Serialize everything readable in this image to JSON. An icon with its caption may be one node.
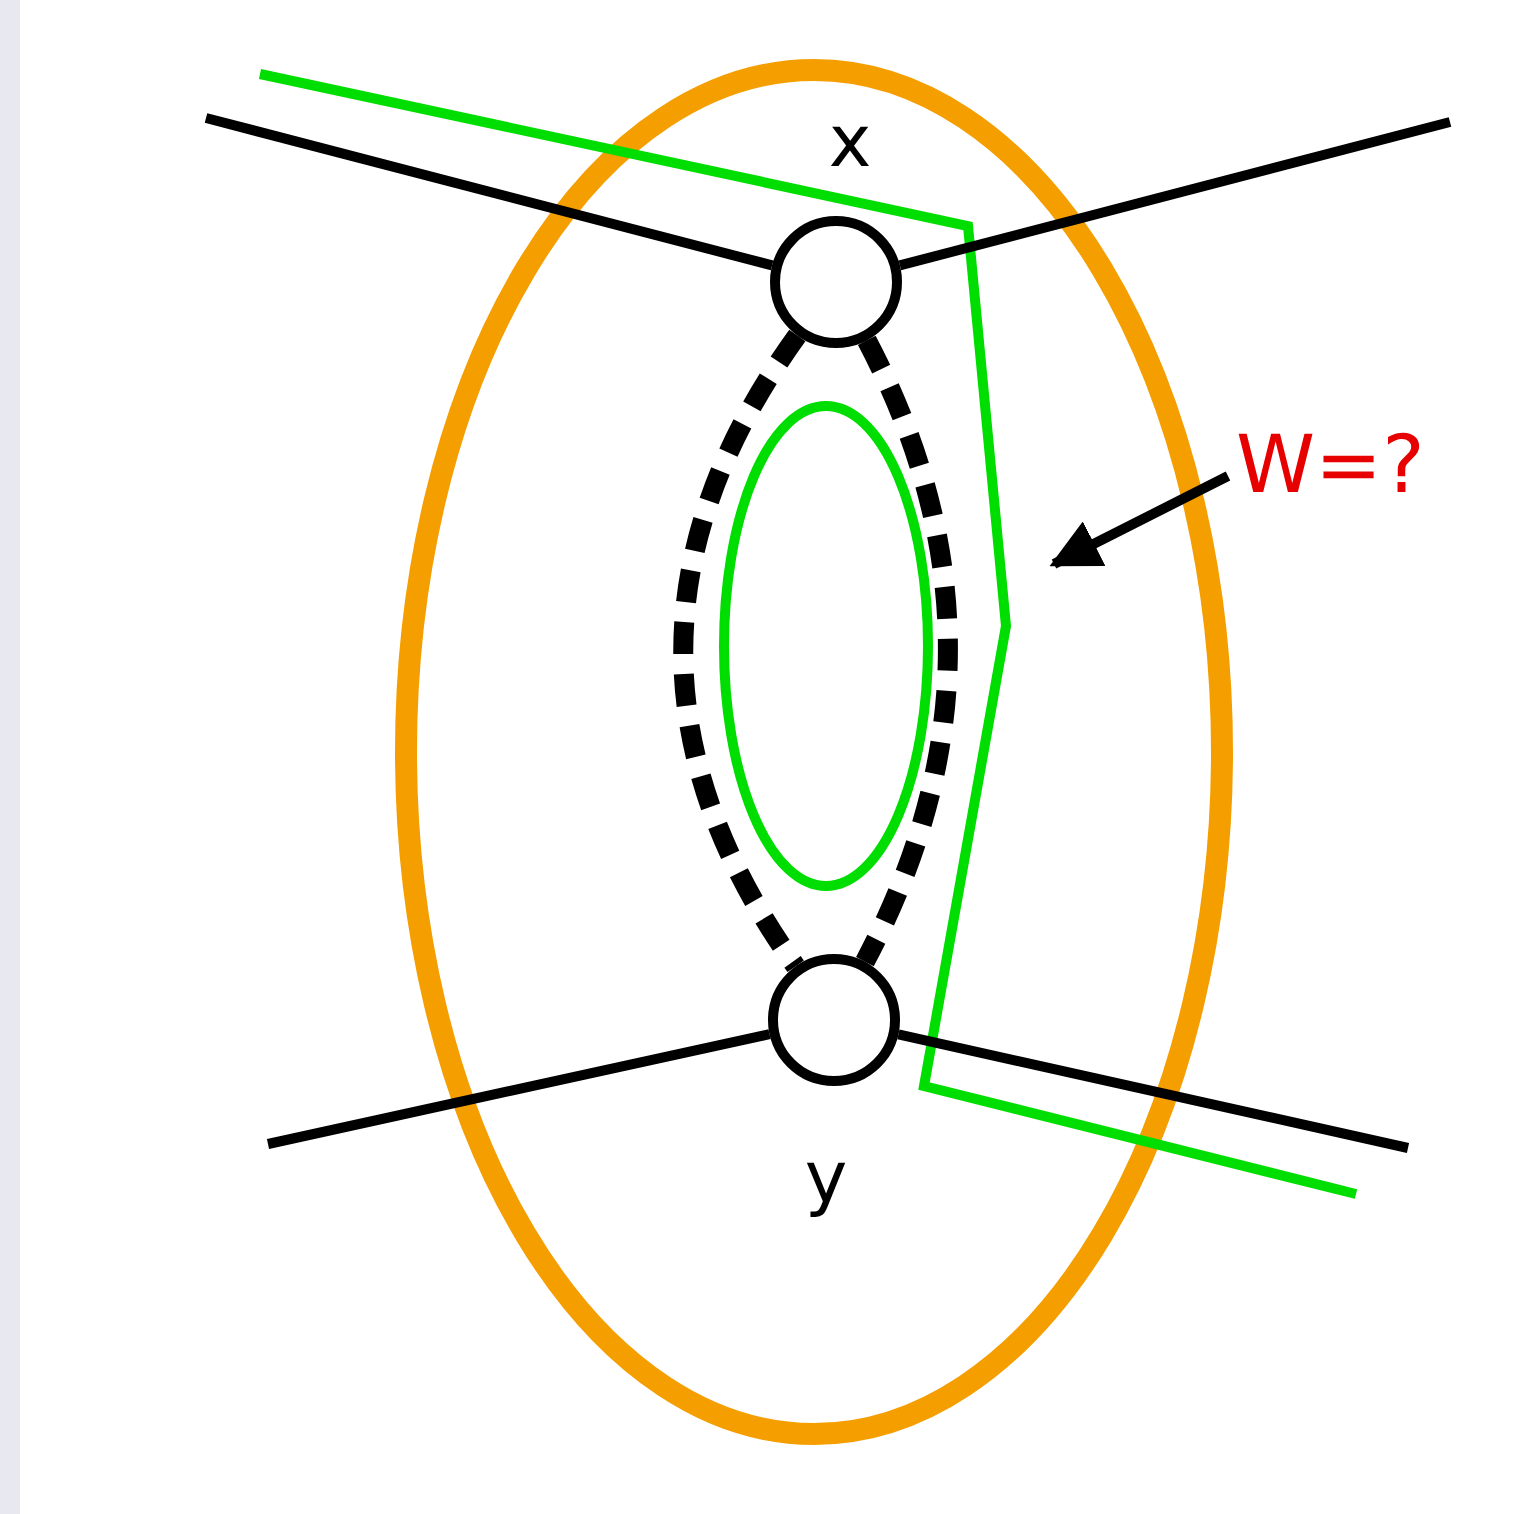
{
  "diagram": {
    "nodes": [
      {
        "text": [],
        "shape": "circle",
        "beside": [
          "x"
        ]
      },
      {
        "text": [],
        "shape": "circle",
        "beside": [
          "y"
        ]
      },
      {
        "text": [
          "W=?"
        ]
      }
    ],
    "edges": [
      {
        "from": 0,
        "to": 1,
        "arrow": "none",
        "style": "dashed"
      },
      {
        "from": 0,
        "to": 1,
        "arrow": "none",
        "style": "dashed"
      },
      {
        "from": 0,
        "to": null,
        "arrow": "none"
      },
      {
        "from": 0,
        "to": null,
        "arrow": "none"
      },
      {
        "from": 1,
        "to": null,
        "arrow": "none"
      },
      {
        "from": 1,
        "to": null,
        "arrow": "none"
      },
      {
        "from": 2,
        "to": null,
        "arrow": "to"
      }
    ]
  }
}
